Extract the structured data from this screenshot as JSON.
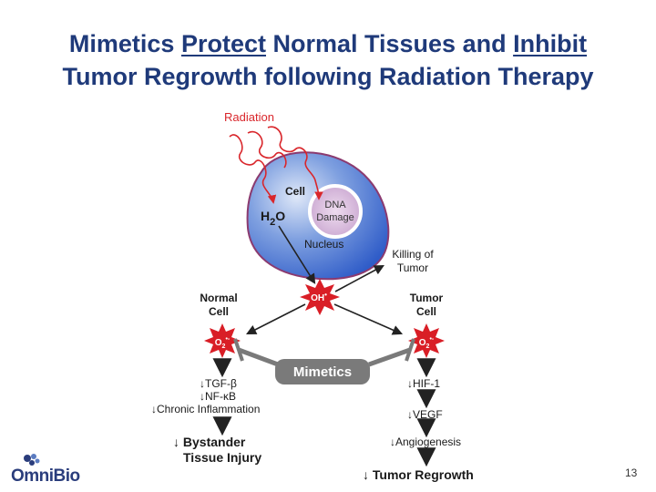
{
  "title": {
    "line1_part1": "Mimetics ",
    "line1_protect": "Protect",
    "line1_part2": " Normal Tissues and ",
    "line1_inhibit": "Inhibit",
    "line2": "Tumor Regrowth following Radiation Therapy"
  },
  "diagram": {
    "radiation": "Radiation",
    "cell": "Cell",
    "dna_line1": "DNA",
    "dna_line2": "Damage",
    "nucleus": "Nucleus",
    "h2o_h": "H",
    "h2o_2": "2",
    "h2o_o": "O",
    "oh": "OH",
    "oh_sup": "•",
    "killing_line1": "Killing of",
    "killing_line2": "Tumor",
    "normal_line1": "Normal",
    "normal_line2": "Cell",
    "tumor_line1": "Tumor",
    "tumor_line2": "Cell",
    "o2": "O",
    "o2_sub": "2",
    "o2_sup": "•-",
    "mimetics": "Mimetics",
    "left_effects": [
      "TGF-β",
      "NF-κB",
      "Chronic Inflammation"
    ],
    "bystander_line1": "Bystander",
    "bystander_line2": "Tissue Injury",
    "right_effects": [
      "HIF-1",
      "VEGF",
      "Angiogenesis"
    ],
    "tumor_regrowth": "Tumor Regrowth"
  },
  "footer": {
    "logo": "OmniBio",
    "slide_number": "13"
  },
  "colors": {
    "title": "#1f3a7a",
    "radiation": "#d9262b",
    "cell_fill": "#3f6fd0",
    "nucleus_fill": "#d8b9dc",
    "starburst": "#d91e26",
    "mimetics_box": "#7a7a7a"
  }
}
